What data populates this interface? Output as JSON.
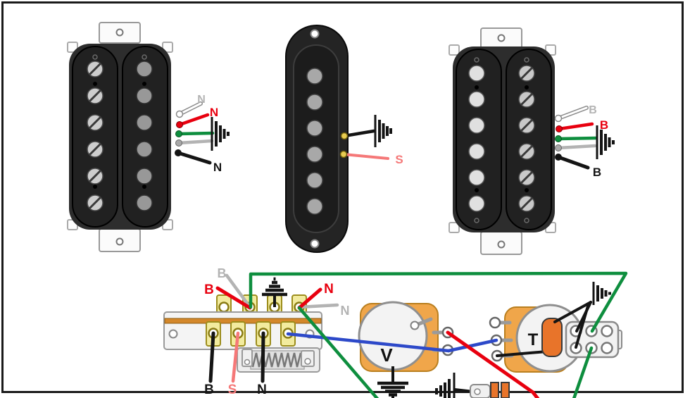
{
  "labels": {
    "neck_white": "N",
    "neck_red": "N",
    "neck_black": "N",
    "middle_hot": "S",
    "bridge_white": "B",
    "bridge_red": "B",
    "bridge_black": "B",
    "sw_in_bridge_red": "B",
    "sw_in_bridge_white": "B",
    "sw_in_neck_red": "N",
    "sw_in_neck_white": "N",
    "sw_out_bridge": "B",
    "sw_out_middle": "S",
    "sw_out_neck": "N",
    "volume": "V",
    "tone": "T"
  },
  "colors": {
    "hot_red": "#e8000f",
    "ground_green": "#0e8e3e",
    "signal_blue": "#2d49c9",
    "middle_salmon": "#f57878",
    "white_gray_label": "#b3b3b3",
    "black_wire": "#141414",
    "pot_body_orange": "#f0a64a",
    "capacitor_orange": "#e8742a",
    "switch_stripe_orange": "#d4882b",
    "switch_lug_yellow": "#f2eb9e"
  }
}
